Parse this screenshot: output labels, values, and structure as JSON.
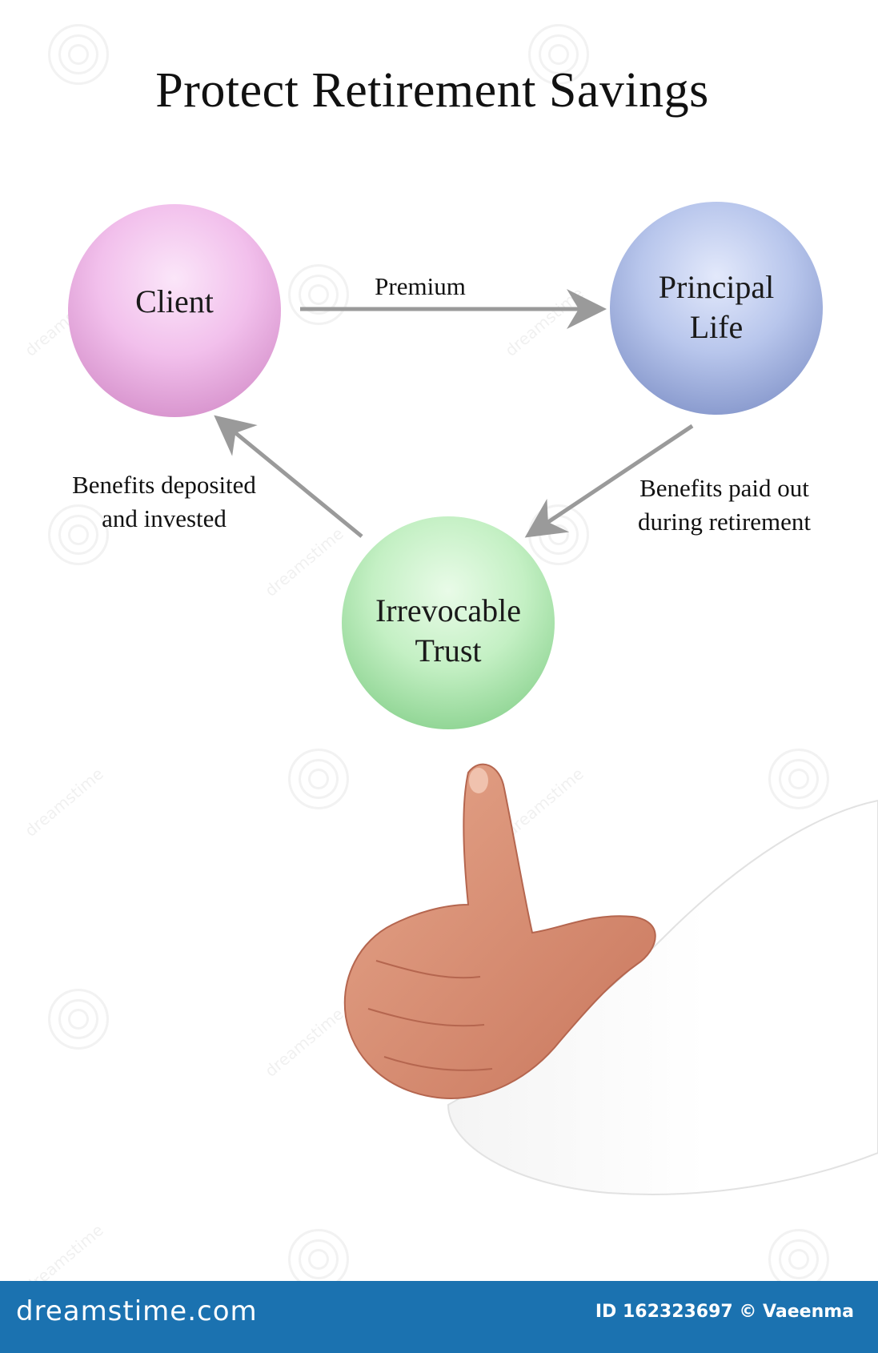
{
  "title": "Protect Retirement Savings",
  "nodes": {
    "client": {
      "label": "Client",
      "color": "#f2c0ec"
    },
    "principal_life": {
      "label_line1": "Principal",
      "label_line2": "Life",
      "color": "#b8c6ec"
    },
    "irrevocable_trust": {
      "label_line1": "Irrevocable",
      "label_line2": "Trust",
      "color": "#c4f0c4"
    }
  },
  "edges": {
    "premium": {
      "label": "Premium"
    },
    "benefits_paid": {
      "label_line1": "Benefits paid out",
      "label_line2": "during retirement"
    },
    "benefits_deposited": {
      "label_line1": "Benefits deposited",
      "label_line2": "and invested"
    }
  },
  "arrow_color": "#9a9a9a",
  "footer": {
    "logo": "dreamstime.com",
    "credit": "ID 162323697 © Vaeenma",
    "color": "#1b72b0"
  },
  "watermark": "dreamstime",
  "image": "hand-pointing-finger-illustration"
}
